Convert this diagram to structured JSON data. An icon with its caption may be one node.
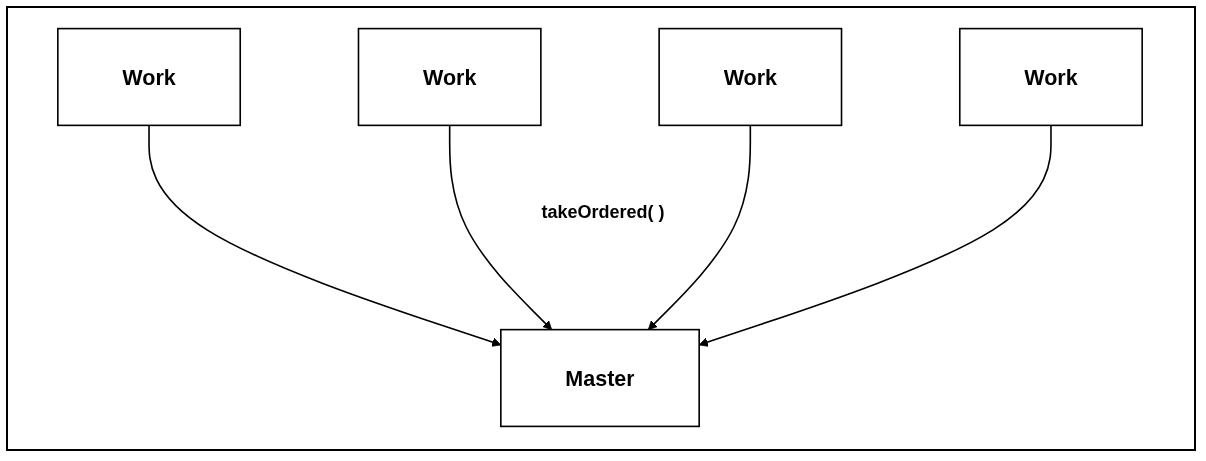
{
  "diagram": {
    "nodes": [
      {
        "text": [
          "Work"
        ]
      },
      {
        "text": [
          "Work"
        ]
      },
      {
        "text": [
          "Work"
        ]
      },
      {
        "text": [
          "Work"
        ]
      },
      {
        "text": [
          "Master"
        ]
      }
    ],
    "edges": [
      {
        "from": 0,
        "to": 4,
        "arrow": "to"
      },
      {
        "from": 1,
        "to": 4,
        "arrow": "to"
      },
      {
        "from": 2,
        "to": 4,
        "arrow": "to"
      },
      {
        "from": 3,
        "to": 4,
        "arrow": "to"
      }
    ],
    "labels": [
      "takeOrdered( )"
    ]
  }
}
